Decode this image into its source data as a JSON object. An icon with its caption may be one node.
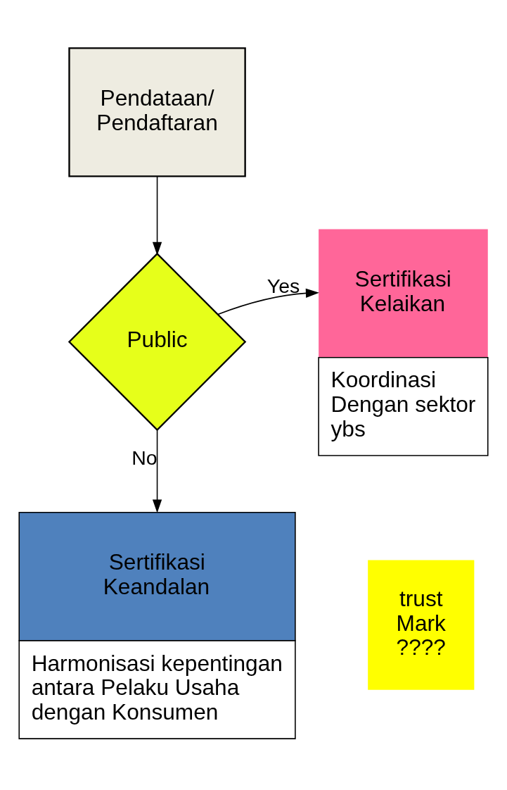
{
  "diagram": {
    "nodes": [
      {
        "text": [
          "Pendataan/ Pendaftaran"
        ]
      },
      {
        "text": [
          "Public"
        ]
      },
      {
        "text": [
          "Sertifikasi Kelaikan"
        ],
        "beside": [
          "Koordinasi Dengan sektor ybs"
        ]
      },
      {
        "text": [
          "Sertifikasi Keandalan"
        ],
        "beside": [
          "Harmonisasi kepentingan antara Pelaku Usaha dengan Konsumen"
        ]
      },
      {
        "text": [
          "trust Mark ????"
        ]
      }
    ],
    "edges": [
      {
        "from": 0,
        "to": 1,
        "arrow": "to"
      },
      {
        "from": 1,
        "to": 2,
        "arrow": "to",
        "label": "Yes"
      },
      {
        "from": 1,
        "to": 3,
        "arrow": "to",
        "label": "No"
      }
    ]
  }
}
